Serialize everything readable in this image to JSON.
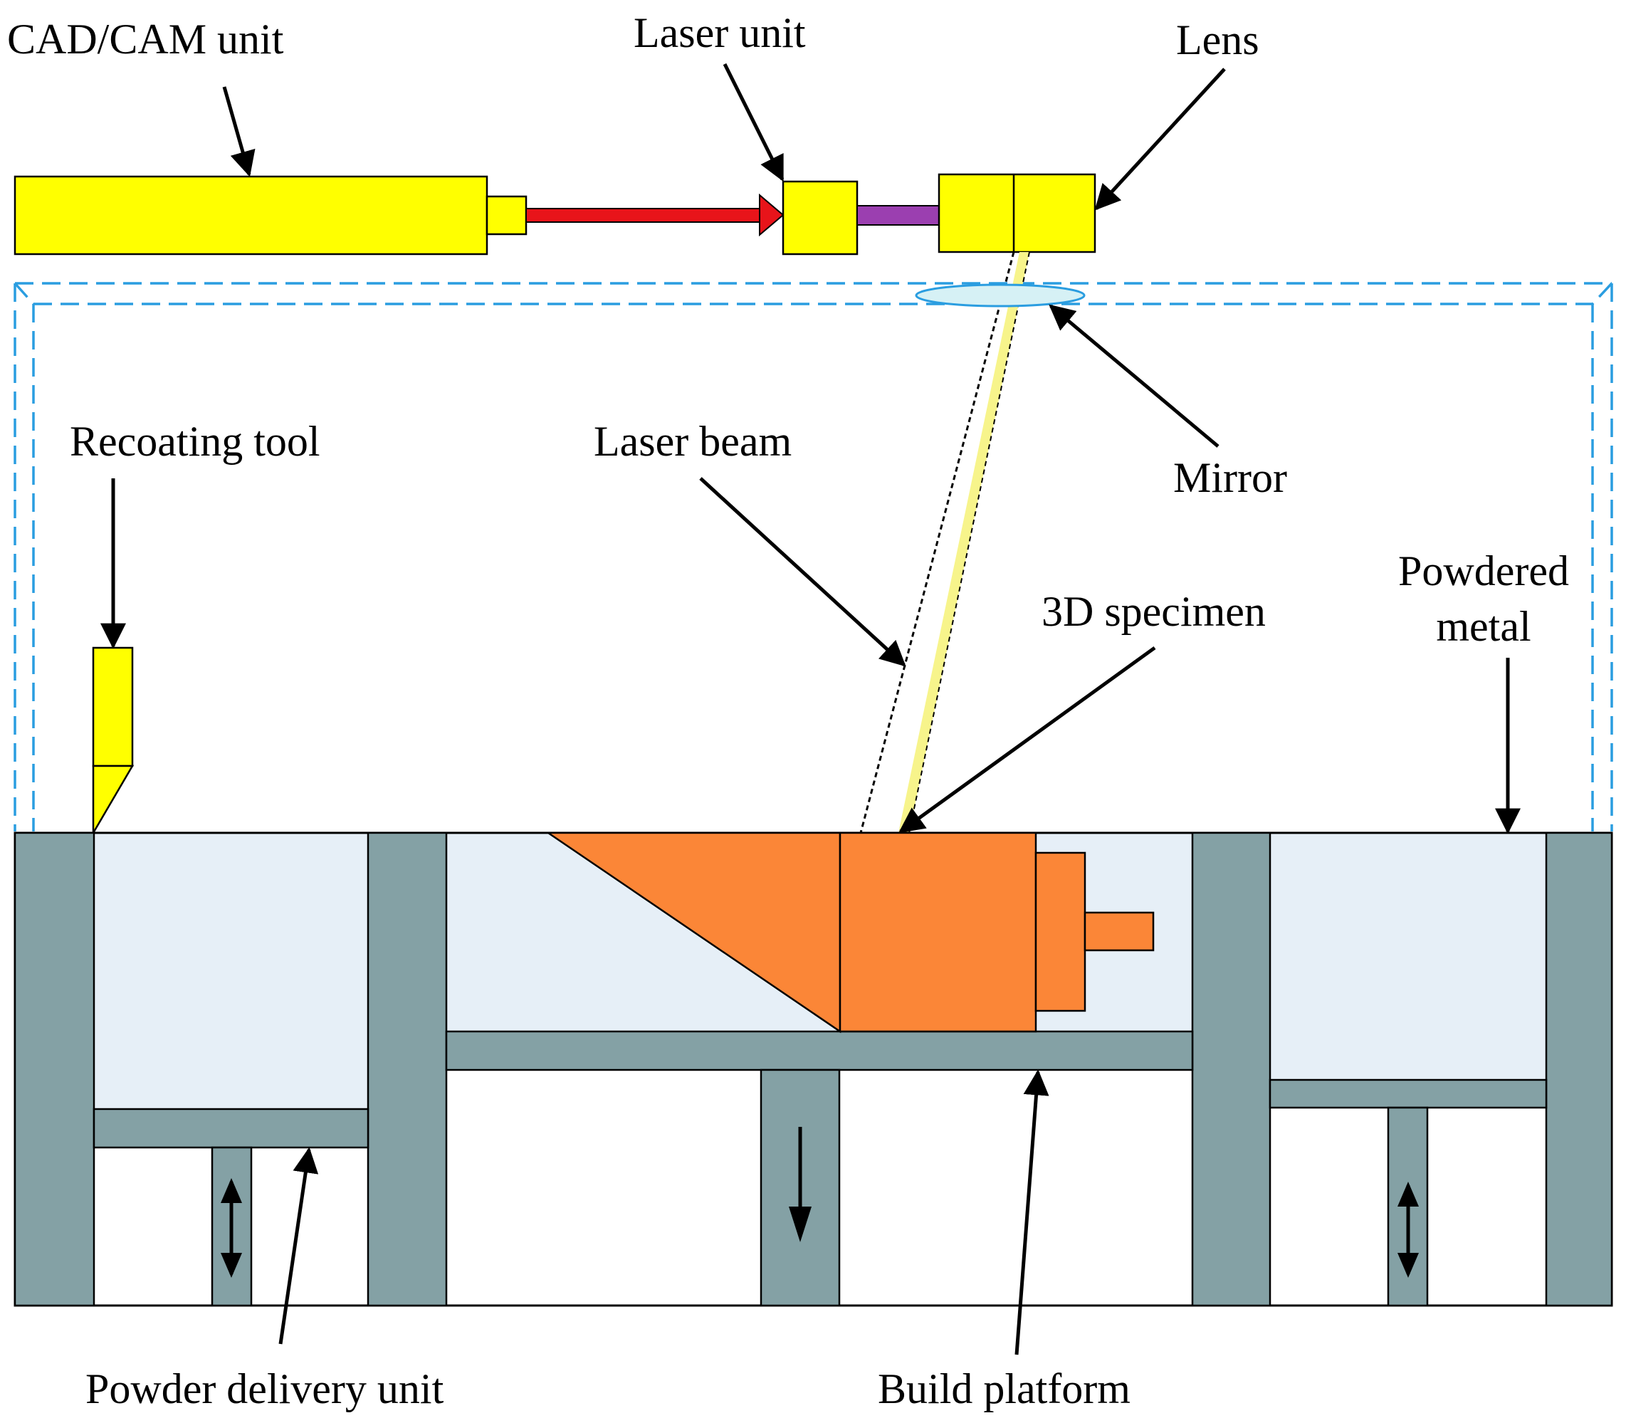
{
  "labels": {
    "cad_cam_unit": "CAD/CAM unit",
    "laser_unit": "Laser unit",
    "lens": "Lens",
    "recoating_tool": "Recoating tool",
    "laser_beam": "Laser beam",
    "mirror": "Mirror",
    "specimen": "3D specimen",
    "powdered_metal_line1": "Powdered",
    "powdered_metal_line2": "metal",
    "powder_delivery_unit": "Powder delivery unit",
    "build_platform": "Build platform"
  },
  "colors": {
    "yellow": "#ffff00",
    "red_arrow": "#e8141a",
    "purple_link": "#9b3fb0",
    "chamber_dash": "#2a9de0",
    "wall_gray": "#84a1a5",
    "powder_fill": "#e6eff7",
    "specimen_orange": "#fb8637",
    "beam_yellow": "#f7f48b",
    "mirror_fill": "#d6f1f5"
  }
}
